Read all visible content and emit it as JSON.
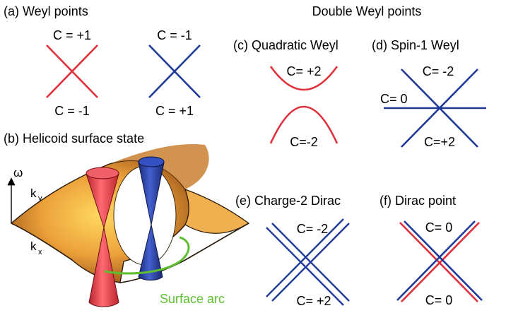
{
  "panels": {
    "a": {
      "label": "(a) Weyl points",
      "left": {
        "top": "C = +1",
        "bottom": "C = -1"
      },
      "right": {
        "top": "C = -1",
        "bottom": "C = +1"
      }
    },
    "b": {
      "label": "(b) Helicoid surface state",
      "omega": "ω",
      "ky": "k",
      "ky_sub": "y",
      "kx": "k",
      "kx_sub": "x",
      "arc_label": "Surface arc"
    },
    "double_title": "Double Weyl points",
    "c": {
      "label": "(c) Quadratic Weyl",
      "top": "C= +2",
      "bottom": "C=-2"
    },
    "d": {
      "label": "(d) Spin-1 Weyl",
      "top": "C= -2",
      "left": "C= 0",
      "bottom": "C=+2"
    },
    "e": {
      "label": "(e) Charge-2 Dirac",
      "top": "C= -2",
      "bottom": "C= +2"
    },
    "f": {
      "label": "(f)  Dirac point",
      "top": "C= 0",
      "bottom": "C= 0"
    }
  },
  "colors": {
    "red": "#e0303c",
    "blue": "#1f3a99",
    "green": "#5cc02e",
    "surface": "#e89a2a"
  }
}
